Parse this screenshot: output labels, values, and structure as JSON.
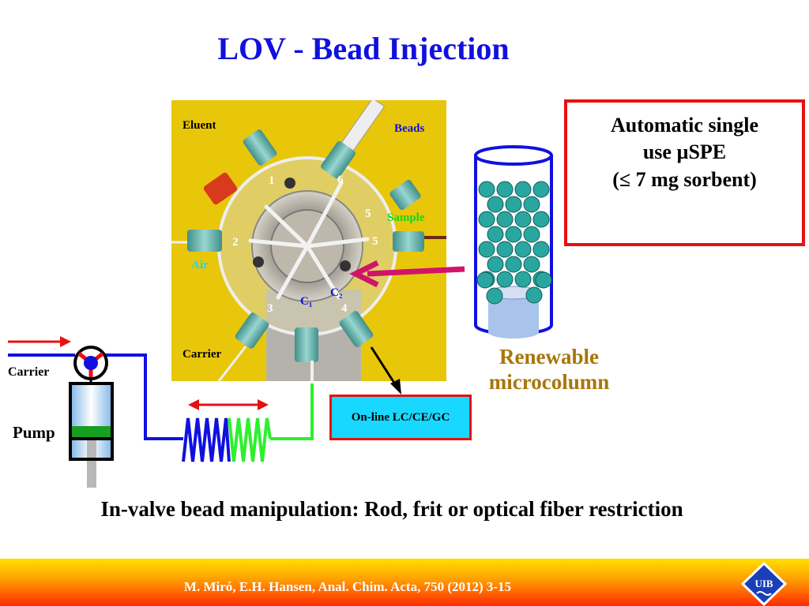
{
  "title": "LOV - Bead Injection",
  "photo_labels": {
    "eluent": "Eluent",
    "beads": "Beads",
    "sample": "Sample",
    "air": "Air",
    "carrier": "Carrier",
    "port1": "1",
    "port2": "2",
    "port3": "3",
    "port4": "4",
    "port5a": "5",
    "port5b": "5",
    "port6": "6",
    "c1": "C₁",
    "c2": "C₂"
  },
  "red_box": {
    "line1": "Automatic single",
    "line2": "use µSPE",
    "line3": "(≤ 7 mg sorbent)"
  },
  "microcolumn": {
    "line1": "Renewable",
    "line2": "microcolumn"
  },
  "online_box": "On-line LC/CE/GC",
  "left_labels": {
    "carrier": "Carrier",
    "pump": "Pump"
  },
  "bottom_text": "In-valve bead manipulation: Rod, frit or optical fiber restriction",
  "citation": "M. Miró, E.H. Hansen, Anal. Chim. Acta, 750 (2012) 3-15",
  "logo_text": "UIB",
  "colors": {
    "title": "#1010e0",
    "red_border": "#e81010",
    "online_fill": "#19d8ff",
    "renewable_text": "#a8760a",
    "bead": "#2aa6a0",
    "photo_bg": "#e8c70a"
  }
}
